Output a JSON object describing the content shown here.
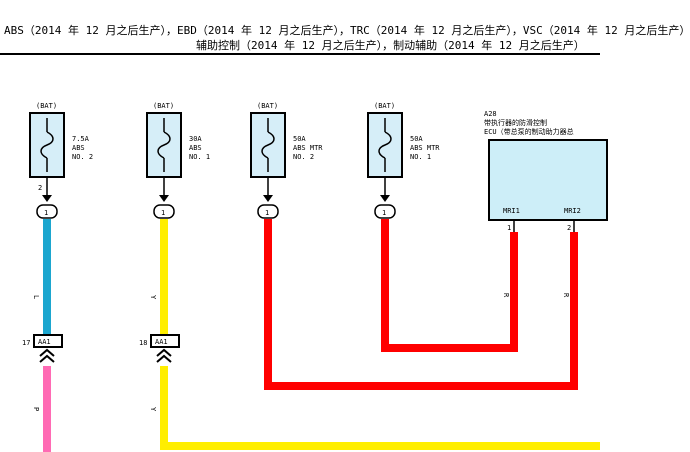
{
  "header": {
    "line1": "ABS（2014 年 12 月之后生产），EBD（2014 年 12 月之后生产），TRC（2014 年 12 月之后生产），VSC（2014 年 12 月之后生产）",
    "line2": "辅助控制（2014 年 12 月之后生产），制动辅助（2014 年 12 月之后生产）"
  },
  "fuses": [
    {
      "source": "(BAT)",
      "rating": "7.5A",
      "name": "ABS",
      "no": "NO. 2",
      "pin": "2",
      "connector": "1",
      "wire_color": "L"
    },
    {
      "source": "(BAT)",
      "rating": "30A",
      "name": "ABS",
      "no": "NO. 1",
      "pin": "",
      "connector": "1",
      "wire_color": "Y"
    },
    {
      "source": "(BAT)",
      "rating": "50A",
      "name": "ABS MTR",
      "no": "NO. 2",
      "pin": "",
      "connector": "1",
      "wire_color": ""
    },
    {
      "source": "(BAT)",
      "rating": "50A",
      "name": "ABS MTR",
      "no": "NO. 1",
      "pin": "",
      "connector": "1",
      "wire_color": ""
    }
  ],
  "ecu": {
    "code": "A28",
    "line1": "带执行器的防滑控制",
    "line2": "ECU（带总泵的制动助力器总",
    "terminals": [
      {
        "label": "MRI1",
        "pin": "1",
        "wire_color": "R"
      },
      {
        "label": "MRI2",
        "pin": "2",
        "wire_color": "R"
      }
    ]
  },
  "junctions": [
    {
      "pin": "17",
      "label": "AA1",
      "wire_below": "P"
    },
    {
      "pin": "18",
      "label": "AA1",
      "wire_below": "Y"
    }
  ],
  "colors": {
    "blue_wire": "#1ba6cf",
    "yellow_wire": "#ffee00",
    "red_wire": "#ff0000",
    "pink_wire": "#ff6ab4",
    "fuse_fill": "#d6eef8",
    "ecu_fill": "#cdeef8"
  }
}
